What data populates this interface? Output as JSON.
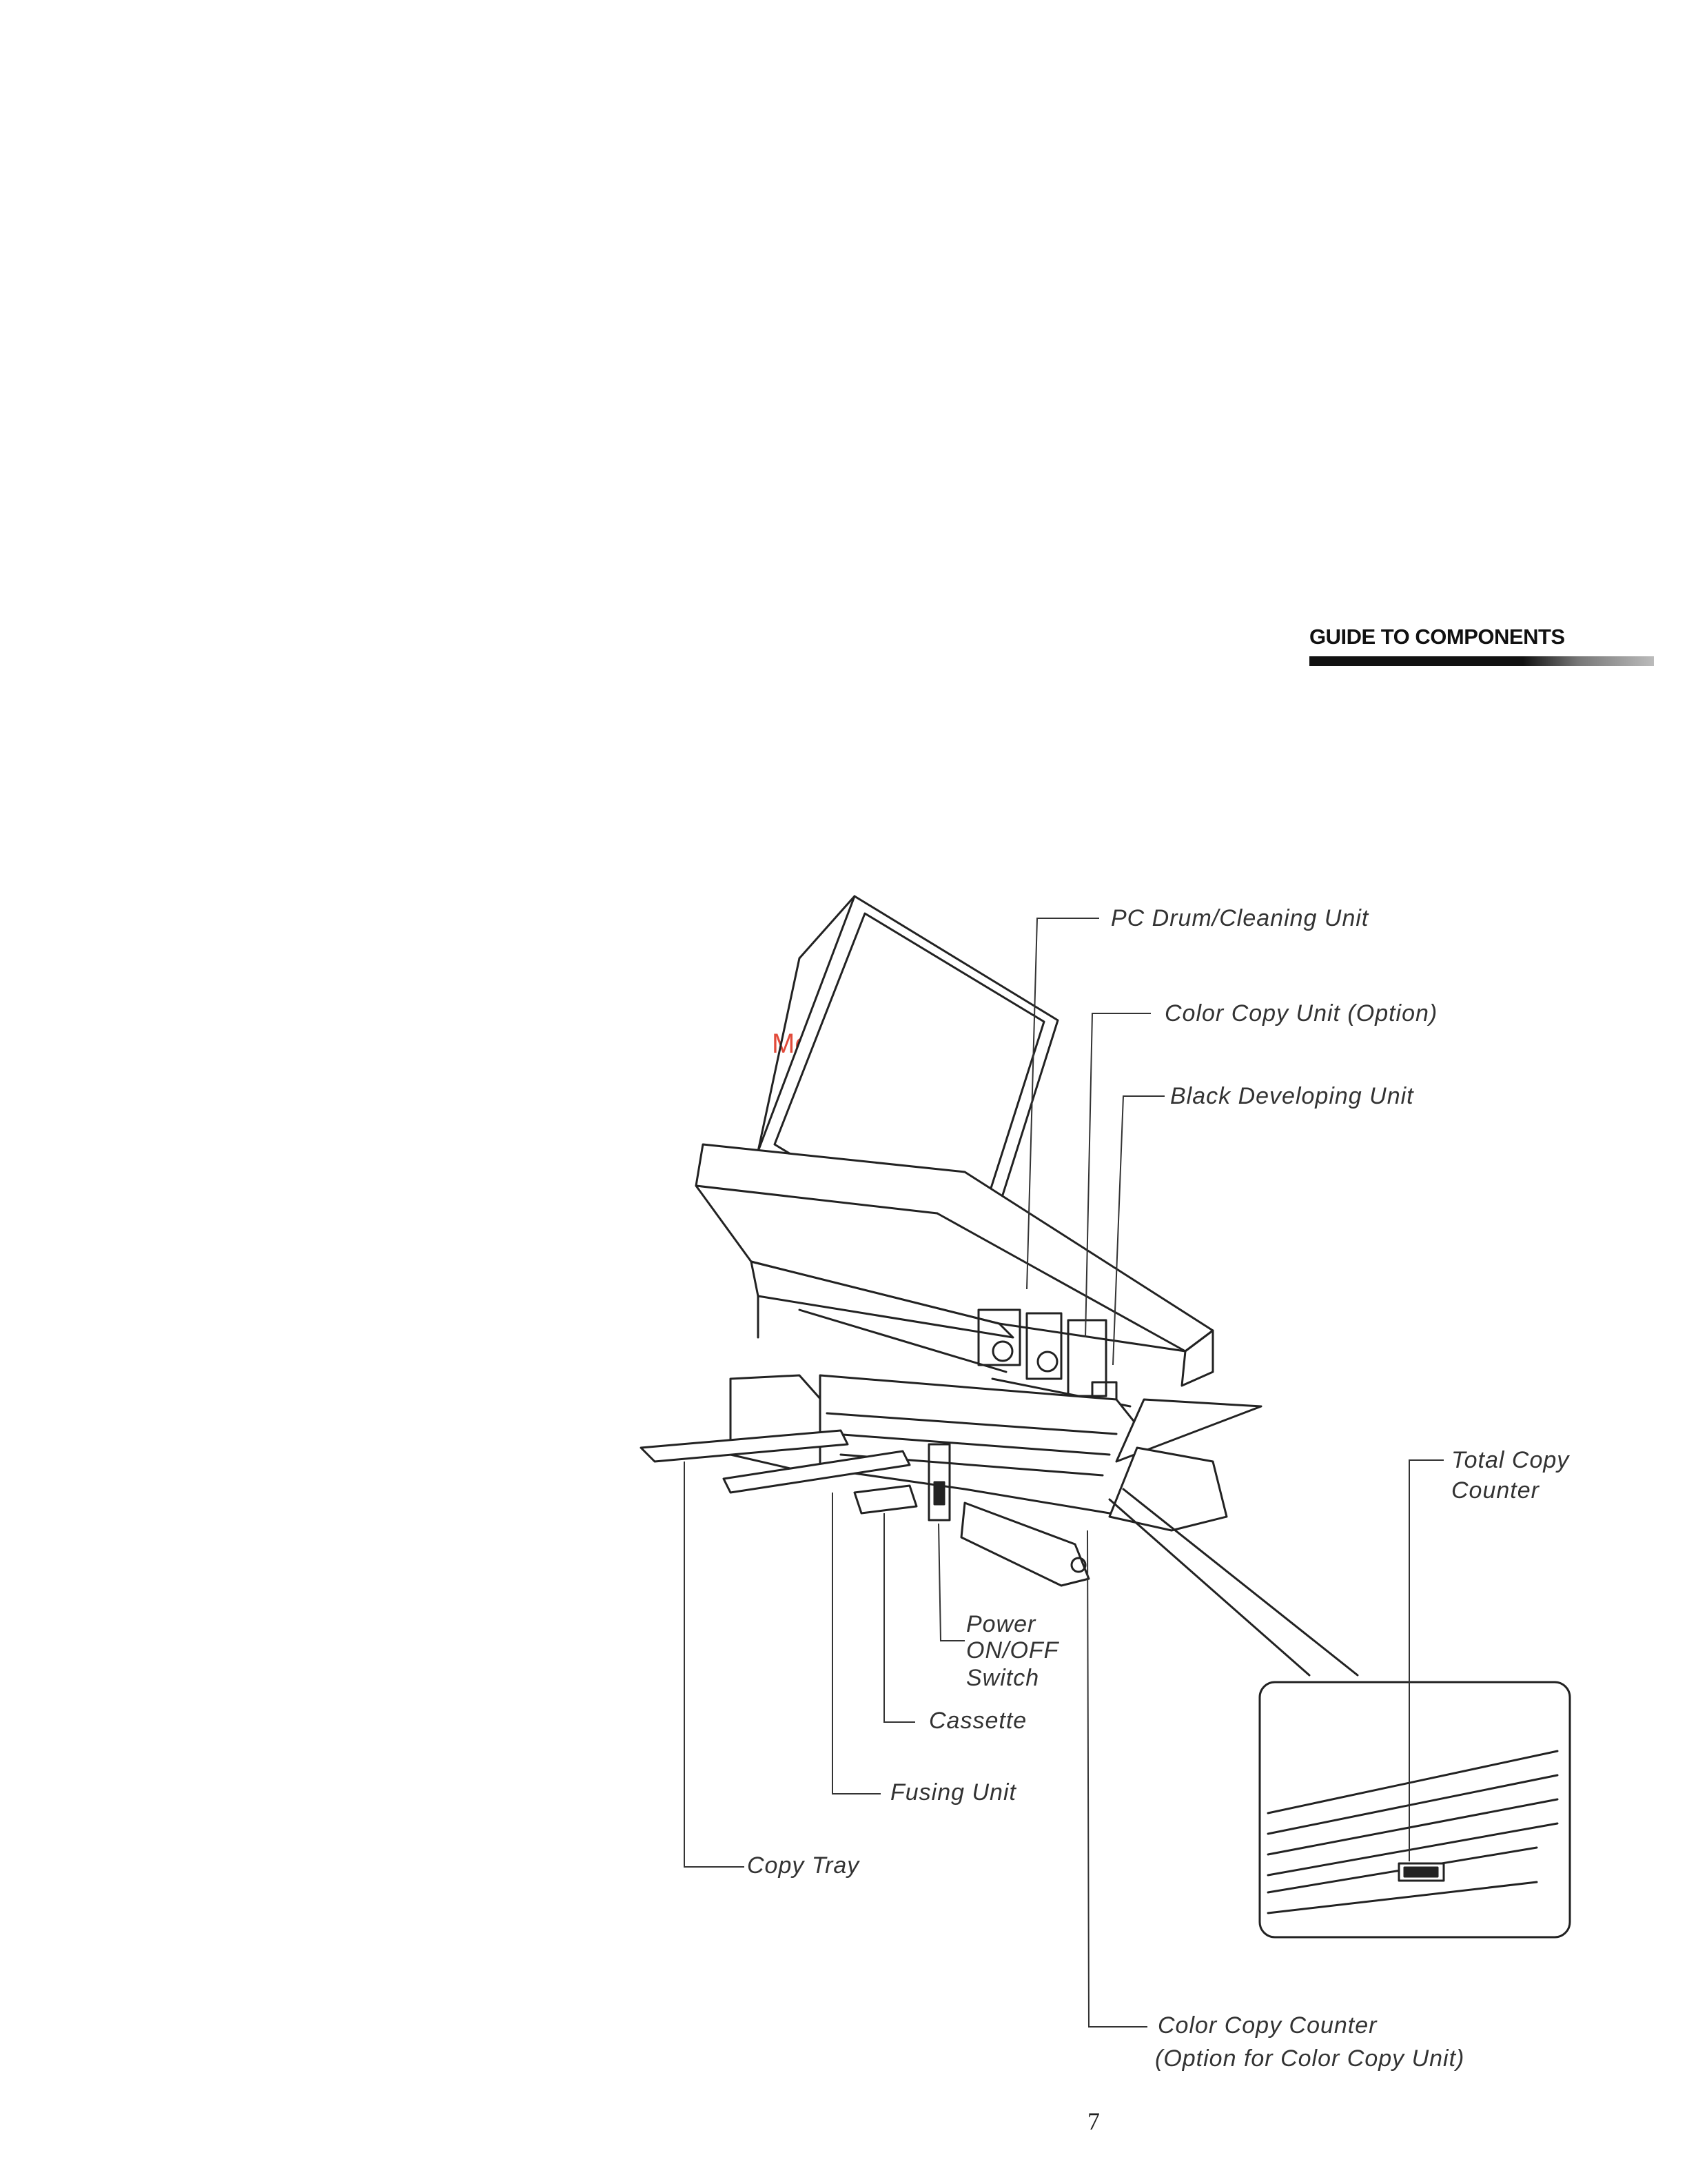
{
  "header": {
    "title": "GUIDE TO COMPONENTS"
  },
  "watermark": "McGrp.Ru",
  "labels": {
    "pc_drum": "PC Drum/Cleaning Unit",
    "color_copy_unit": "Color Copy Unit (Option)",
    "black_developing": "Black Developing Unit",
    "total_copy_counter_1": "Total Copy",
    "total_copy_counter_2": "Counter",
    "power_switch_1": "Power",
    "power_switch_2": "ON/OFF",
    "power_switch_3": "Switch",
    "cassette": "Cassette",
    "fusing_unit": "Fusing Unit",
    "copy_tray": "Copy Tray",
    "color_copy_counter_1": "Color Copy Counter",
    "color_copy_counter_2": "(Option for Color Copy Unit)"
  },
  "page_number": "7"
}
